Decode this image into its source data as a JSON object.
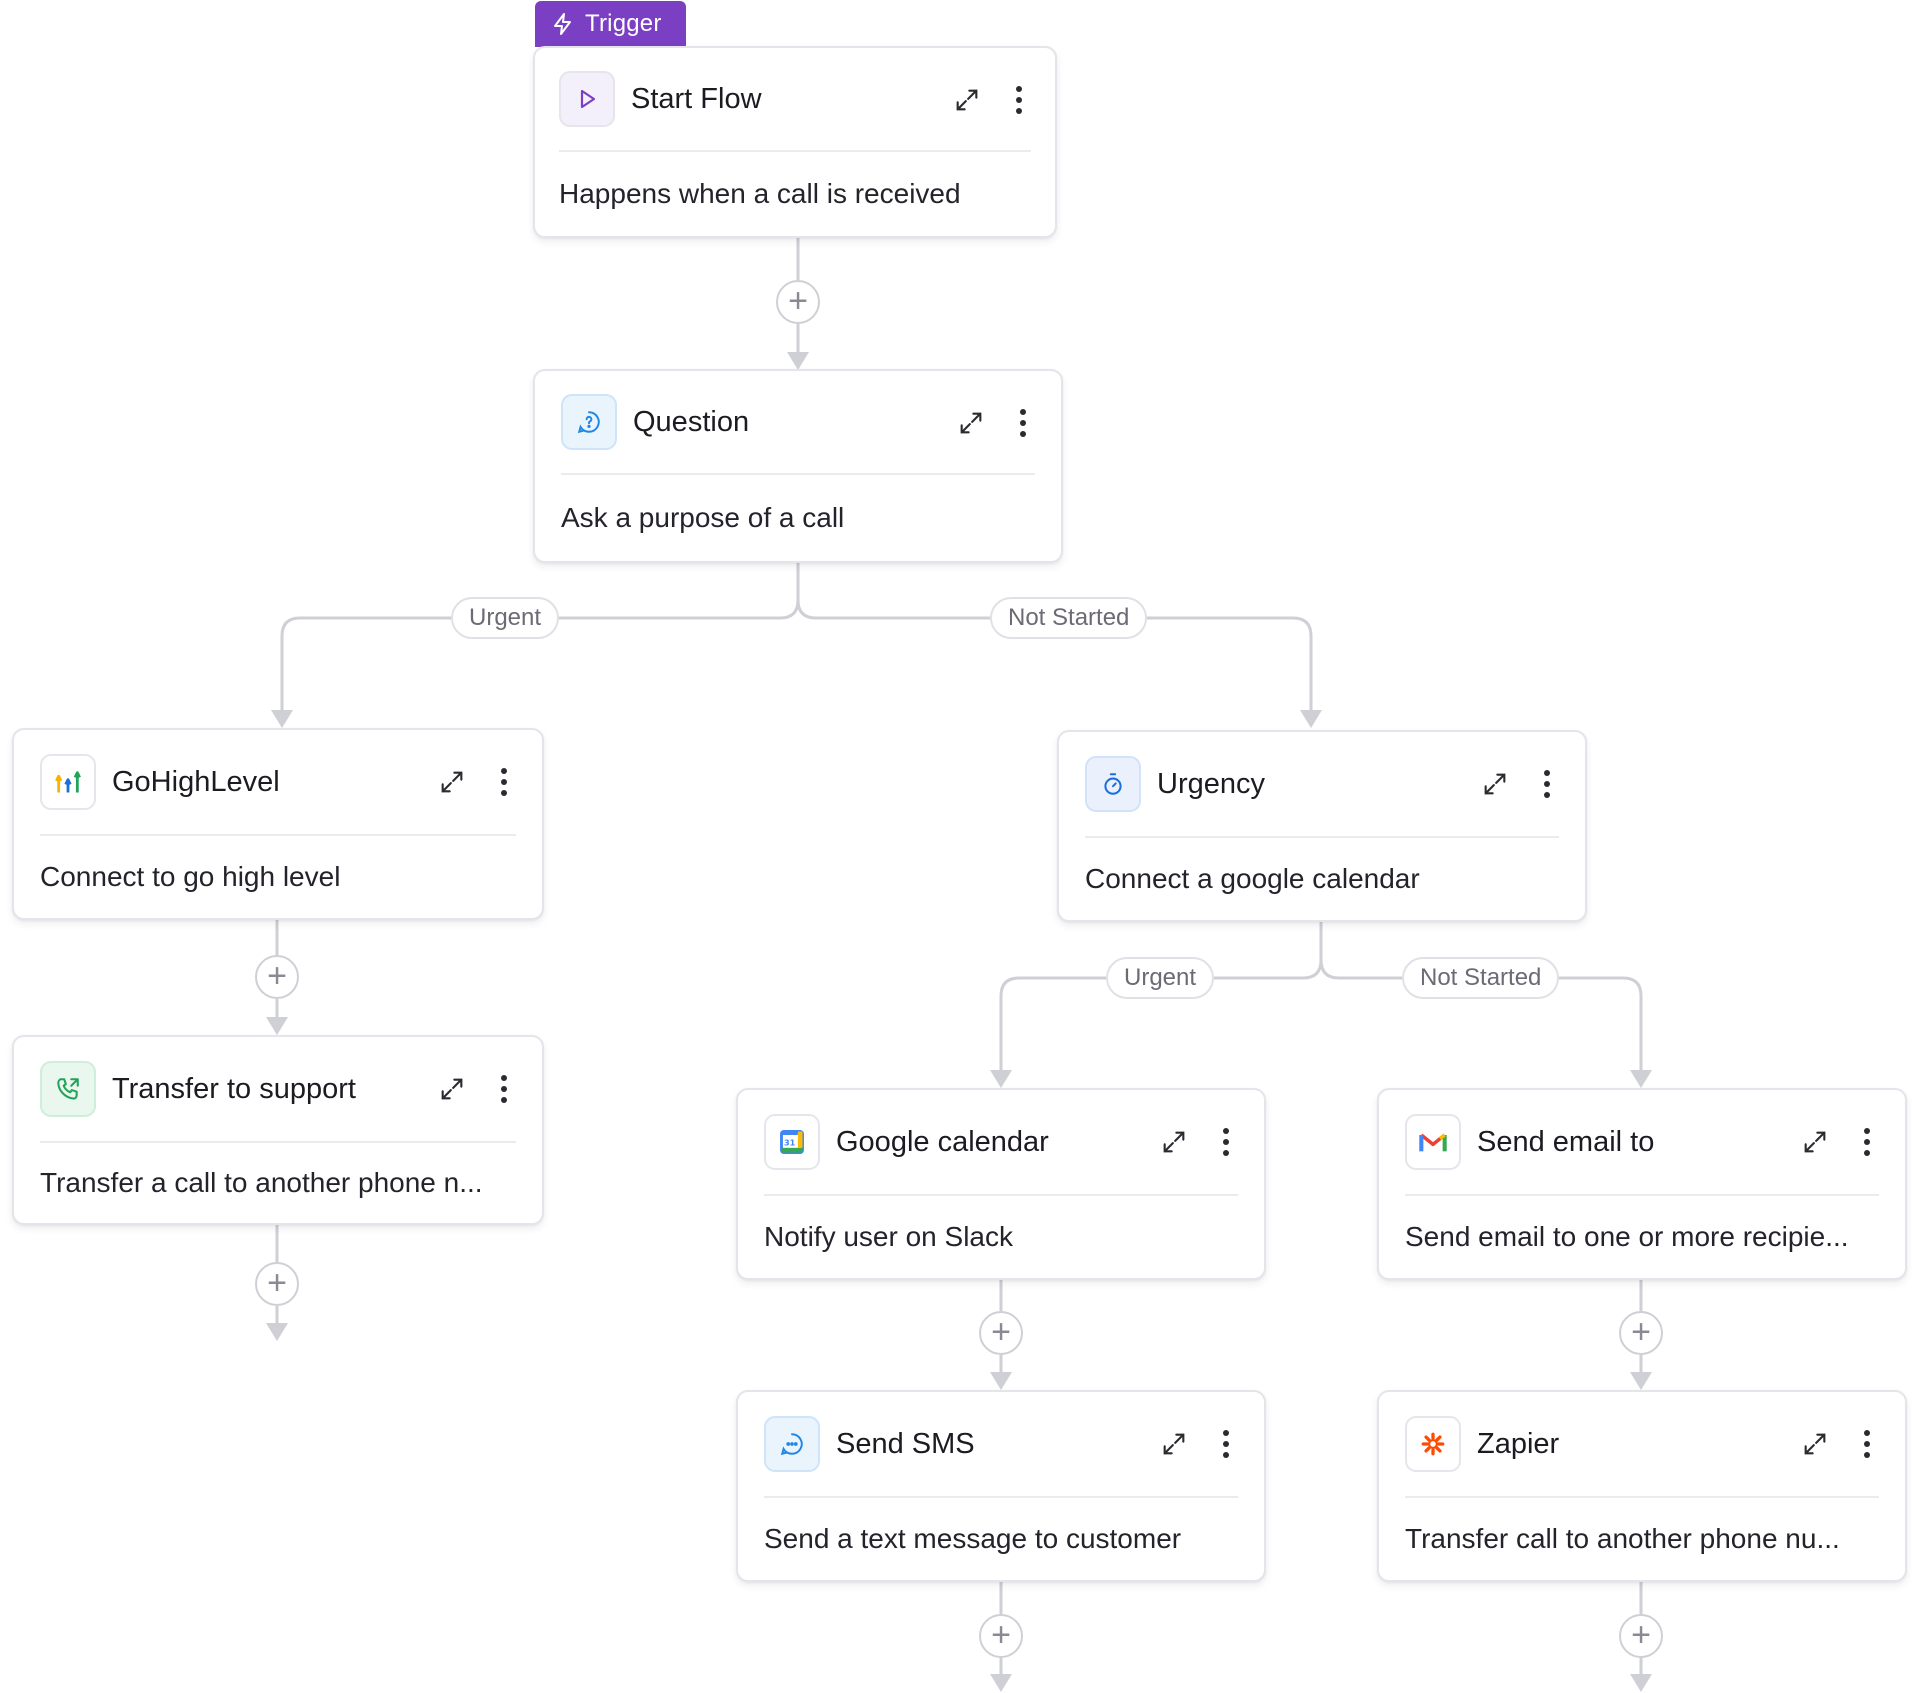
{
  "trigger_tag": {
    "label": "Trigger",
    "icon": "lightning-icon"
  },
  "nodes": {
    "start": {
      "title": "Start Flow",
      "description": "Happens when a call is received",
      "icon": "play-icon",
      "accent": "#7b3fc4"
    },
    "question": {
      "title": "Question",
      "description": "Ask a purpose of a call",
      "icon": "question-bubble-icon",
      "accent": "#1e88e5"
    },
    "gohighlevel": {
      "title": "GoHighLevel",
      "description": "Connect to go high level",
      "icon": "gohighlevel-logo-icon",
      "accent": "#f5b400"
    },
    "transfer_support": {
      "title": "Transfer to support",
      "description": "Transfer a call to another phone n...",
      "icon": "phone-transfer-icon",
      "accent": "#22a35a"
    },
    "urgency": {
      "title": "Urgency",
      "description": "Connect a google calendar",
      "icon": "stopwatch-icon",
      "accent": "#1e6fd9"
    },
    "google_calendar": {
      "title": "Google calendar",
      "description": "Notify user on Slack",
      "icon": "google-calendar-icon",
      "accent": "#4285f4"
    },
    "send_email": {
      "title": "Send email to",
      "description": "Send email to one or more recipie...",
      "icon": "gmail-icon",
      "accent": "#ea4335"
    },
    "send_sms": {
      "title": "Send SMS",
      "description": "Send a text message to customer",
      "icon": "chat-bubble-icon",
      "accent": "#1e88e5"
    },
    "zapier": {
      "title": "Zapier",
      "description": "Transfer call to another phone nu...",
      "icon": "zapier-icon",
      "accent": "#ff4a00"
    }
  },
  "branches": {
    "question_left": "Urgent",
    "question_right": "Not Started",
    "urgency_left": "Urgent",
    "urgency_right": "Not Started"
  },
  "colors": {
    "trigger": "#7b3fc4",
    "connector": "#cfcfd6",
    "node_border": "#e4e4ea"
  }
}
